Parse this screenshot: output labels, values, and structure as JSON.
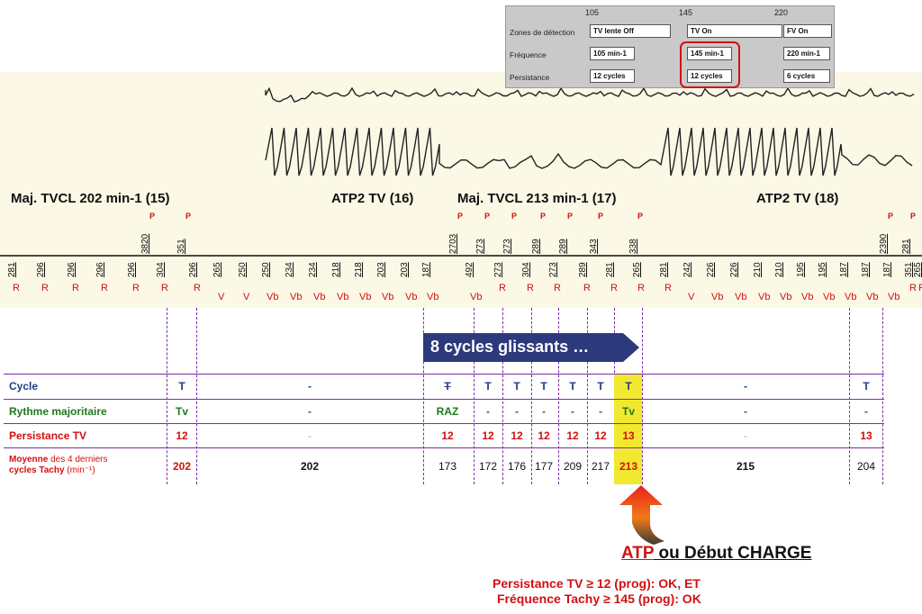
{
  "detection_panel": {
    "thresholds": [
      "105",
      "145",
      "220"
    ],
    "row_labels": [
      "Zones de détection",
      "Fréquence",
      "Persistance"
    ],
    "zones": [
      "TV lente Off",
      "TV On",
      "FV On"
    ],
    "frequencies": [
      "105 min-1",
      "145 min-1",
      "220 min-1"
    ],
    "persistences": [
      "12 cycles",
      "12 cycles",
      "6 cycles"
    ]
  },
  "segments": [
    "Maj. TVCL 202 min-1 (15)",
    "ATP2 TV (16)",
    "Maj. TVCL 213 min-1 (17)",
    "ATP2 TV (18)"
  ],
  "p_label": "P",
  "p_intervals": [
    "3820",
    "351",
    "2703",
    "273",
    "273",
    "289",
    "289",
    "343",
    "338",
    "2390",
    "281"
  ],
  "intervals": [
    "281",
    "296",
    "296",
    "296",
    "296",
    "304",
    "296",
    "265",
    "250",
    "250",
    "234",
    "234",
    "218",
    "218",
    "203",
    "203",
    "187",
    "492",
    "273",
    "304",
    "273",
    "289",
    "281",
    "265",
    "281",
    "242",
    "226",
    "226",
    "210",
    "210",
    "195",
    "195",
    "187",
    "187",
    "187",
    "351",
    "265"
  ],
  "events": [
    "R",
    "R",
    "R",
    "R",
    "R",
    "R",
    "R",
    "V",
    "V",
    "Vb",
    "Vb",
    "Vb",
    "Vb",
    "Vb",
    "Vb",
    "Vb",
    "Vb",
    "Vb",
    "R",
    "R",
    "R",
    "R",
    "R",
    "R",
    "R",
    "V",
    "Vb",
    "Vb",
    "Vb",
    "Vb",
    "Vb",
    "Vb",
    "Vb",
    "Vb",
    "Vb",
    "R",
    "R"
  ],
  "sliding_label": "8 cycles glissants …",
  "table": {
    "row_labels": {
      "cycle": "Cycle",
      "rythme": "Rythme majoritaire",
      "persistance": "Persistance TV",
      "moyenne_main": "Moyenne",
      "moyenne_rest": " des 4 derniers",
      "moyenne_line2": "cycles Tachy",
      "moyenne_unit": " (min⁻¹)"
    },
    "cycle": [
      "T",
      "-",
      "T",
      "T",
      "T",
      "T",
      "T",
      "T",
      "T",
      "-",
      "T"
    ],
    "rythme": [
      "Tv",
      "-",
      "RAZ",
      "-",
      "-",
      "-",
      "-",
      "-",
      "Tv",
      "-",
      "-"
    ],
    "persistance": [
      "12",
      "-",
      "12",
      "12",
      "12",
      "12",
      "12",
      "12",
      "13",
      "-",
      "13"
    ],
    "moyenne": [
      "202",
      "202",
      "173",
      "172",
      "176",
      "177",
      "209",
      "217",
      "213",
      "215",
      "204"
    ]
  },
  "result": {
    "atp": "ATP",
    "rest": " ou Début CHARGE",
    "condition_1": "Persistance TV ≥ 12 (prog): OK,  ET",
    "condition_2": "Fréquence Tachy ≥ 145 (prog): OK"
  },
  "colors": {
    "red": "#d21010",
    "blue": "#1f3c8a",
    "green": "#1d7a1d",
    "purple": "#7b2fa5",
    "yellow": "#f1e92f",
    "navy_arrow": "#2c3a7c"
  }
}
